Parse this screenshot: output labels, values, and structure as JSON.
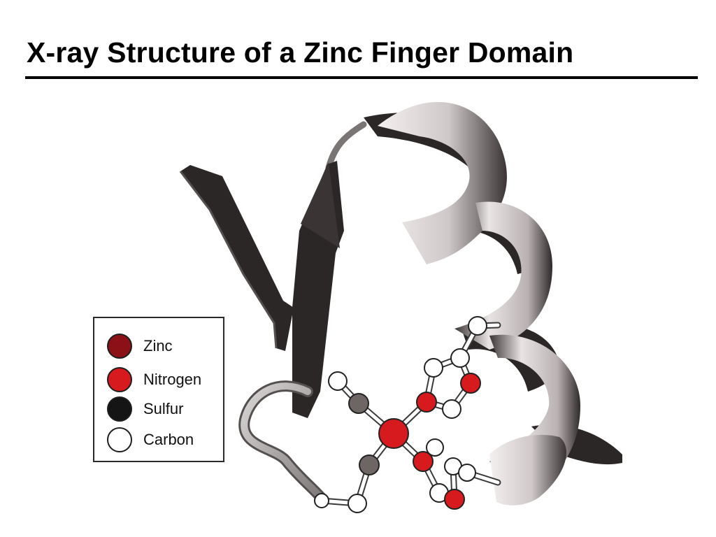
{
  "slide": {
    "title": "X-ray Structure of a Zinc Finger Domain"
  },
  "legend": {
    "items": [
      {
        "label": "Zinc",
        "color": "#8b1116"
      },
      {
        "label": "Nitrogen",
        "color": "#d61a1e"
      },
      {
        "label": "Sulfur",
        "color": "#151515"
      },
      {
        "label": "Carbon",
        "color": "#ffffff"
      }
    ]
  },
  "colors": {
    "strand": "#2b2727",
    "helix_light": "#f3efef",
    "helix_dark": "#3a3434",
    "bond": "#ffffff",
    "bond_outline": "#3a3a3a",
    "zinc": "#d61a1e",
    "carbon": "#ffffff",
    "nitrogen": "#d61a1e",
    "ligand_gray": "#6e6565"
  }
}
